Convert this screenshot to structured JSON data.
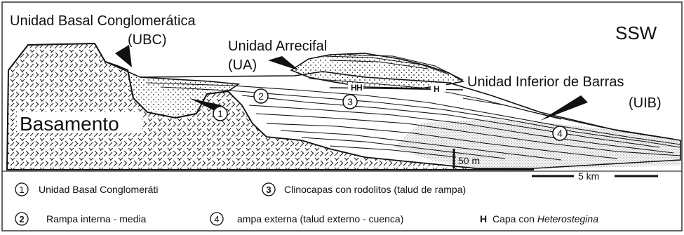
{
  "labels": {
    "ubc_name": "Unidad Basal Conglomerática",
    "ubc_abbr": "(UBC)",
    "ua_name": "Unidad Arrecifal",
    "ua_abbr": "(UA)",
    "uib_name": "Unidad Inferior de Barras",
    "uib_abbr": "(UIB)",
    "direction": "SSW",
    "basement": "Basamento"
  },
  "markers": [
    {
      "num": "1"
    },
    {
      "num": "2"
    },
    {
      "num": "3"
    },
    {
      "num": "4"
    }
  ],
  "h_marker": "H",
  "scale": {
    "vertical": "50 m",
    "horizontal": "5 km"
  },
  "legend": {
    "items": [
      {
        "num": "1",
        "text": "Unidad Basal Conglomeráti"
      },
      {
        "num": "3",
        "text": "Clinocapas con rodolitos (talud de rampa)"
      },
      {
        "num": "2",
        "text": "Rampa interna - media"
      },
      {
        "num": "4",
        "text": "ampa externa (talud externo - cuenca)"
      }
    ],
    "h_item": {
      "symbol": "H",
      "text_prefix": "Capa con ",
      "text_italic": "Heterostegina"
    }
  },
  "colors": {
    "ink": "#111111",
    "frame": "#333333",
    "background": "#ffffff"
  }
}
